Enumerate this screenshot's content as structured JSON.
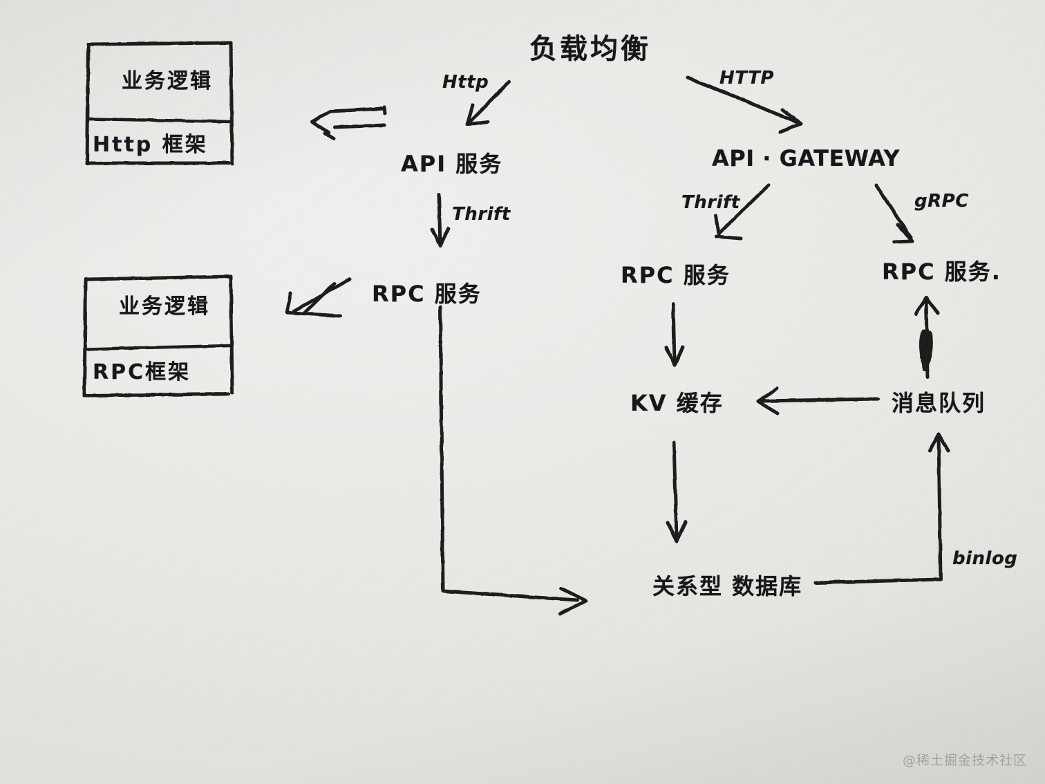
{
  "diagram": {
    "title": "负载均衡",
    "watermark": "@稀土掘金技术社区",
    "boxes": [
      {
        "id": "http-client-box",
        "top_label": "业务逻辑",
        "bottom_label": "Http 框架"
      },
      {
        "id": "rpc-client-box",
        "top_label": "业务逻辑",
        "bottom_label": "RPC框架"
      }
    ],
    "nodes": [
      {
        "id": "api-service",
        "label": "API 服务"
      },
      {
        "id": "rpc-service-left",
        "label": "RPC 服务"
      },
      {
        "id": "api-gateway",
        "label": "API · GATEWAY"
      },
      {
        "id": "rpc-service-mid",
        "label": "RPC 服务"
      },
      {
        "id": "kv-cache",
        "label": "KV 缓存"
      },
      {
        "id": "relational-db",
        "label": "关系型 数据库"
      },
      {
        "id": "rpc-service-right",
        "label": "RPC 服务."
      },
      {
        "id": "message-queue",
        "label": "消息队列"
      }
    ],
    "edge_labels": [
      {
        "id": "http-lower",
        "label": "Http"
      },
      {
        "id": "thrift-left",
        "label": "Thrift"
      },
      {
        "id": "http-upper",
        "label": "HTTP"
      },
      {
        "id": "thrift-mid",
        "label": "Thrift"
      },
      {
        "id": "grpc",
        "label": "gRPC"
      },
      {
        "id": "binlog",
        "label": "binlog"
      }
    ],
    "colors": {
      "ink": "#1b1b1e",
      "paper": "#eceae7",
      "watermark": "#8d8d8d"
    }
  }
}
